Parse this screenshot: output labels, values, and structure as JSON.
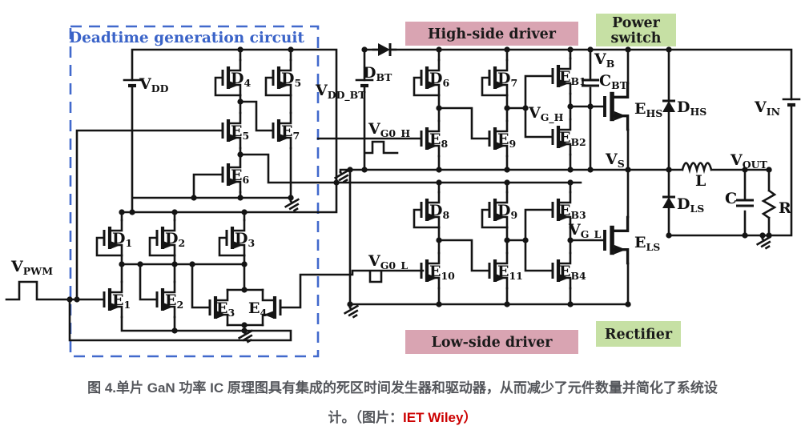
{
  "banners": {
    "deadtime_title": "Deadtime generation circuit",
    "high_side": "High-side  driver",
    "power_1": "Power",
    "power_2": "switch",
    "low_side": "Low-side  driver",
    "rectifier": "Rectifier"
  },
  "colors": {
    "banner_pink": "#d9a4b2",
    "banner_green": "#c6e0a4",
    "deadtime_blue": "#4169cc",
    "wire_black": "#141414",
    "link_red": "#cc0000",
    "caption_gray": "#54565b"
  },
  "labels": {
    "vpwm": {
      "m": "V",
      "s": "PWM"
    },
    "vdd": {
      "m": "V",
      "s": "DD"
    },
    "vdd_bt": {
      "m": "V",
      "s": "DD_BT"
    },
    "vg0_h": {
      "m": "V",
      "s": "G0_H"
    },
    "vg0_l": {
      "m": "V",
      "s": "G0_L"
    },
    "vg_h": {
      "m": "V",
      "s": "G_H"
    },
    "vg_l": {
      "m": "V",
      "s": "G_L"
    },
    "vb": {
      "m": "V",
      "s": "B"
    },
    "vs": {
      "m": "V",
      "s": "S"
    },
    "vin": {
      "m": "V",
      "s": "IN"
    },
    "vout": {
      "m": "V",
      "s": "OUT"
    },
    "d1": {
      "m": "D",
      "s": "1"
    },
    "d2": {
      "m": "D",
      "s": "2"
    },
    "d3": {
      "m": "D",
      "s": "3"
    },
    "d4": {
      "m": "D",
      "s": "4"
    },
    "d5": {
      "m": "D",
      "s": "5"
    },
    "d6": {
      "m": "D",
      "s": "6"
    },
    "d7": {
      "m": "D",
      "s": "7"
    },
    "d8": {
      "m": "D",
      "s": "8"
    },
    "d9": {
      "m": "D",
      "s": "9"
    },
    "e1": {
      "m": "E",
      "s": "1"
    },
    "e2": {
      "m": "E",
      "s": "2"
    },
    "e3": {
      "m": "E",
      "s": "3"
    },
    "e4": {
      "m": "E",
      "s": "4"
    },
    "e5": {
      "m": "E",
      "s": "5"
    },
    "e6": {
      "m": "E",
      "s": "6"
    },
    "e7": {
      "m": "E",
      "s": "7"
    },
    "e8": {
      "m": "E",
      "s": "8"
    },
    "e9": {
      "m": "E",
      "s": "9"
    },
    "e10": {
      "m": "E",
      "s": "10"
    },
    "e11": {
      "m": "E",
      "s": "11"
    },
    "eb1": {
      "m": "E",
      "s": "B1"
    },
    "eb2": {
      "m": "E",
      "s": "B2"
    },
    "eb3": {
      "m": "E",
      "s": "B3"
    },
    "eb4": {
      "m": "E",
      "s": "B4"
    },
    "ehs": {
      "m": "E",
      "s": "HS"
    },
    "els": {
      "m": "E",
      "s": "LS"
    },
    "dhs": {
      "m": "D",
      "s": "HS"
    },
    "dls": {
      "m": "D",
      "s": "LS"
    },
    "dbt": {
      "m": "D",
      "s": "BT"
    },
    "cbt": {
      "m": "C",
      "s": "BT"
    },
    "l": {
      "m": "L",
      "s": ""
    },
    "c": {
      "m": "C",
      "s": ""
    },
    "r": {
      "m": "R",
      "s": ""
    }
  },
  "caption": {
    "line1": "图 4.单片 GaN 功率 IC 原理图具有集成的死区时间发生器和驱动器，从而减少了元件数量并简化了系统设",
    "line2_prefix": "计。（图片：",
    "link": "IET Wiley）"
  }
}
